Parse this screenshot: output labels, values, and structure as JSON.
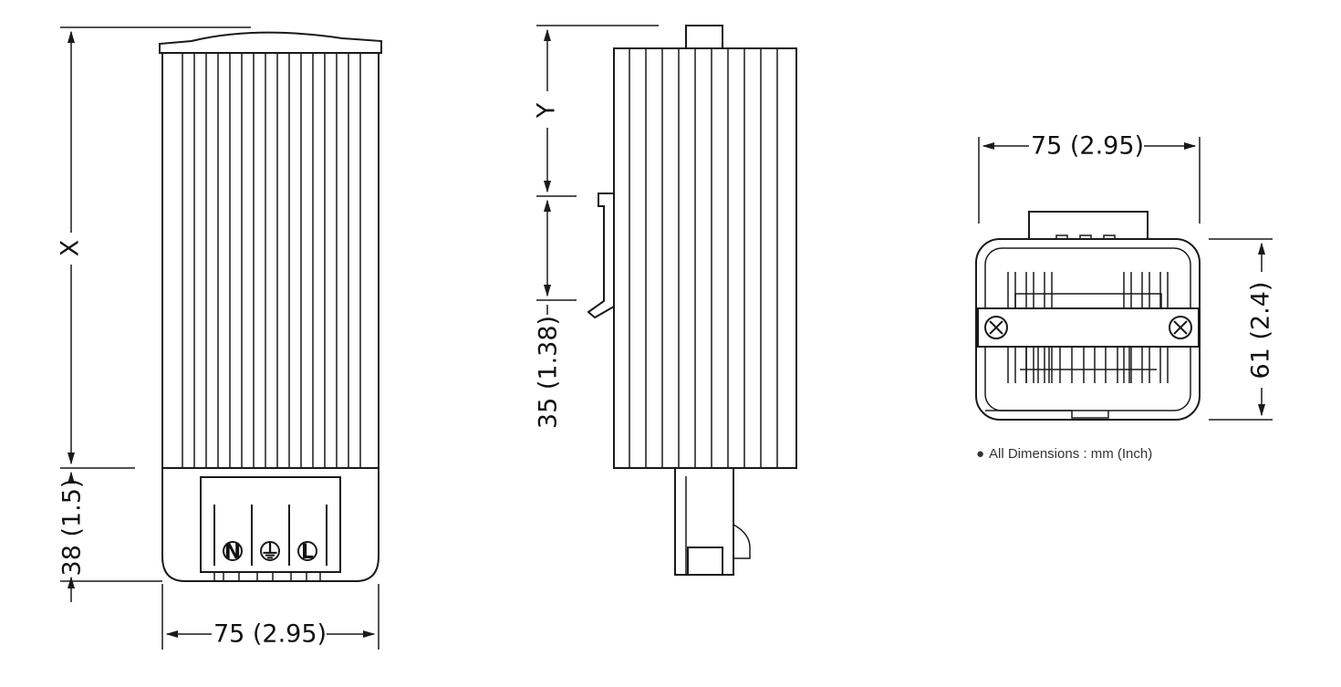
{
  "front_view": {
    "height_label": "X",
    "terminal_height_label": "38 (1.5)",
    "width_label": "75 (2.95)",
    "terminals": [
      "N",
      "⏚",
      "L"
    ]
  },
  "side_view": {
    "offset_label": "Y",
    "rail_label": "35 (1.38)"
  },
  "bottom_view": {
    "width_label": "75 (2.95)",
    "height_label": "61 (2.4)"
  },
  "note": {
    "bullet": "●",
    "text": "All Dimensions : mm (Inch)"
  }
}
